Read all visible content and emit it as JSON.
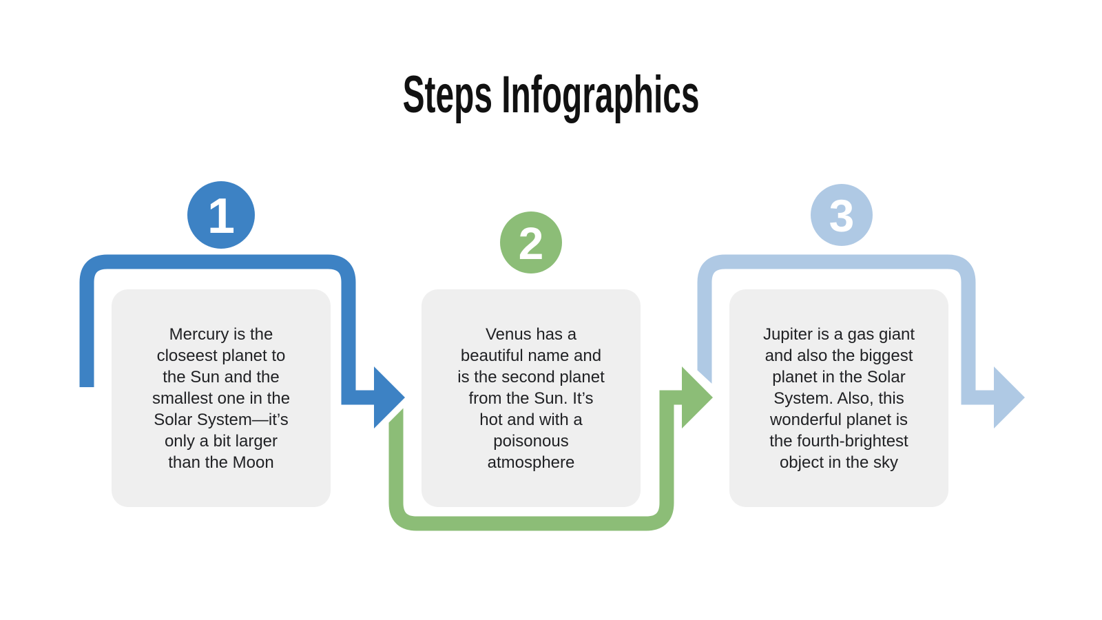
{
  "title": "Steps Infographics",
  "title_color": "#111111",
  "card_bg": "#efefef",
  "card_text_color": "#202124",
  "number_color": "#ffffff",
  "steps": [
    {
      "number": "1",
      "color": "#3d82c4",
      "text": "Mercury is the\ncloseest planet to\nthe Sun and the\nsmallest one in the\nSolar System—it’s\nonly a bit larger\nthan the Moon"
    },
    {
      "number": "2",
      "color": "#8cbd77",
      "text": "Venus has a\nbeautiful name and\nis the second planet\nfrom the Sun. It’s\nhot and with a\npoisonous\natmosphere"
    },
    {
      "number": "3",
      "color": "#afc9e4",
      "text": "Jupiter is a gas giant\nand also the biggest\nplanet in the Solar\nSystem. Also, this\nwonderful planet is\nthe fourth-brightest\nobject in the sky"
    }
  ]
}
